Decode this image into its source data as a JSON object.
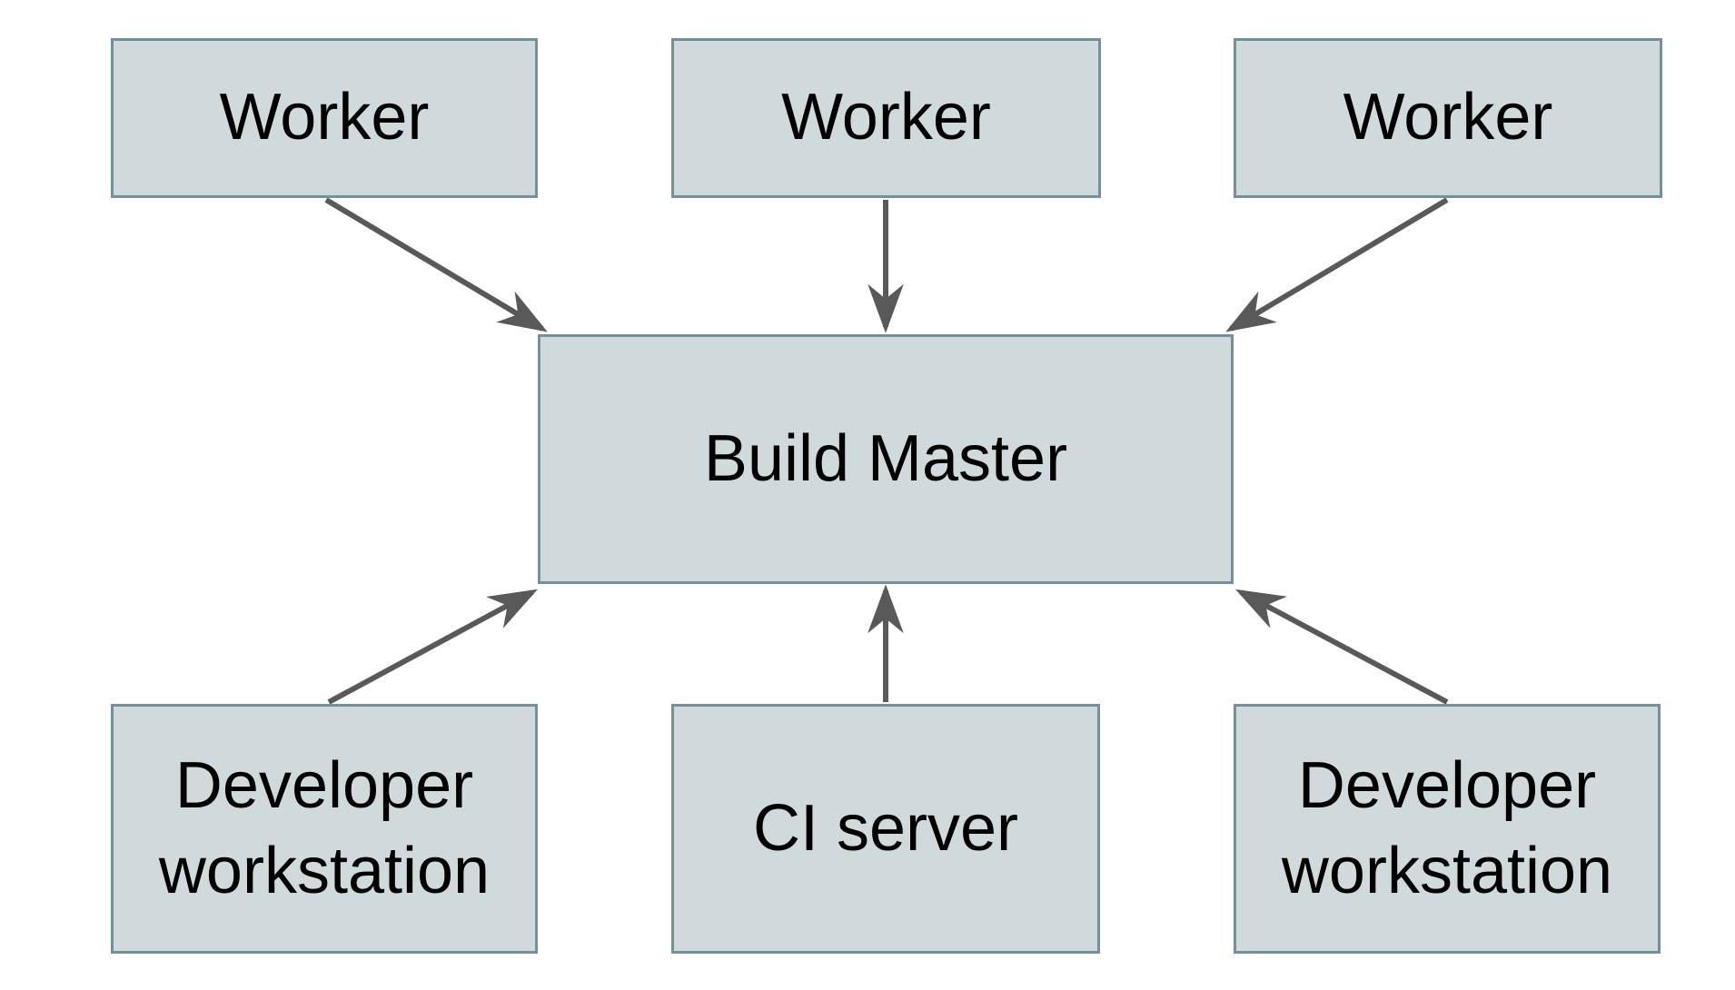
{
  "diagram": {
    "nodes": {
      "worker1": {
        "label": "Worker"
      },
      "worker2": {
        "label": "Worker"
      },
      "worker3": {
        "label": "Worker"
      },
      "build_master": {
        "label": "Build Master"
      },
      "dev_workstation_left": {
        "label": "Developer workstation"
      },
      "ci_server": {
        "label": "CI server"
      },
      "dev_workstation_right": {
        "label": "Developer workstation"
      }
    },
    "edges": [
      {
        "from": "worker1",
        "to": "build_master",
        "direction": "down-right"
      },
      {
        "from": "worker2",
        "to": "build_master",
        "direction": "down"
      },
      {
        "from": "worker3",
        "to": "build_master",
        "direction": "down-left"
      },
      {
        "from": "dev_workstation_left",
        "to": "build_master",
        "direction": "up-right"
      },
      {
        "from": "ci_server",
        "to": "build_master",
        "direction": "up"
      },
      {
        "from": "dev_workstation_right",
        "to": "build_master",
        "direction": "up-left"
      }
    ],
    "colors": {
      "background": "#ffffff",
      "node_fill": "#d0d9dc",
      "node_border": "#76909b",
      "arrow": "#595959",
      "text": "#000000"
    }
  }
}
